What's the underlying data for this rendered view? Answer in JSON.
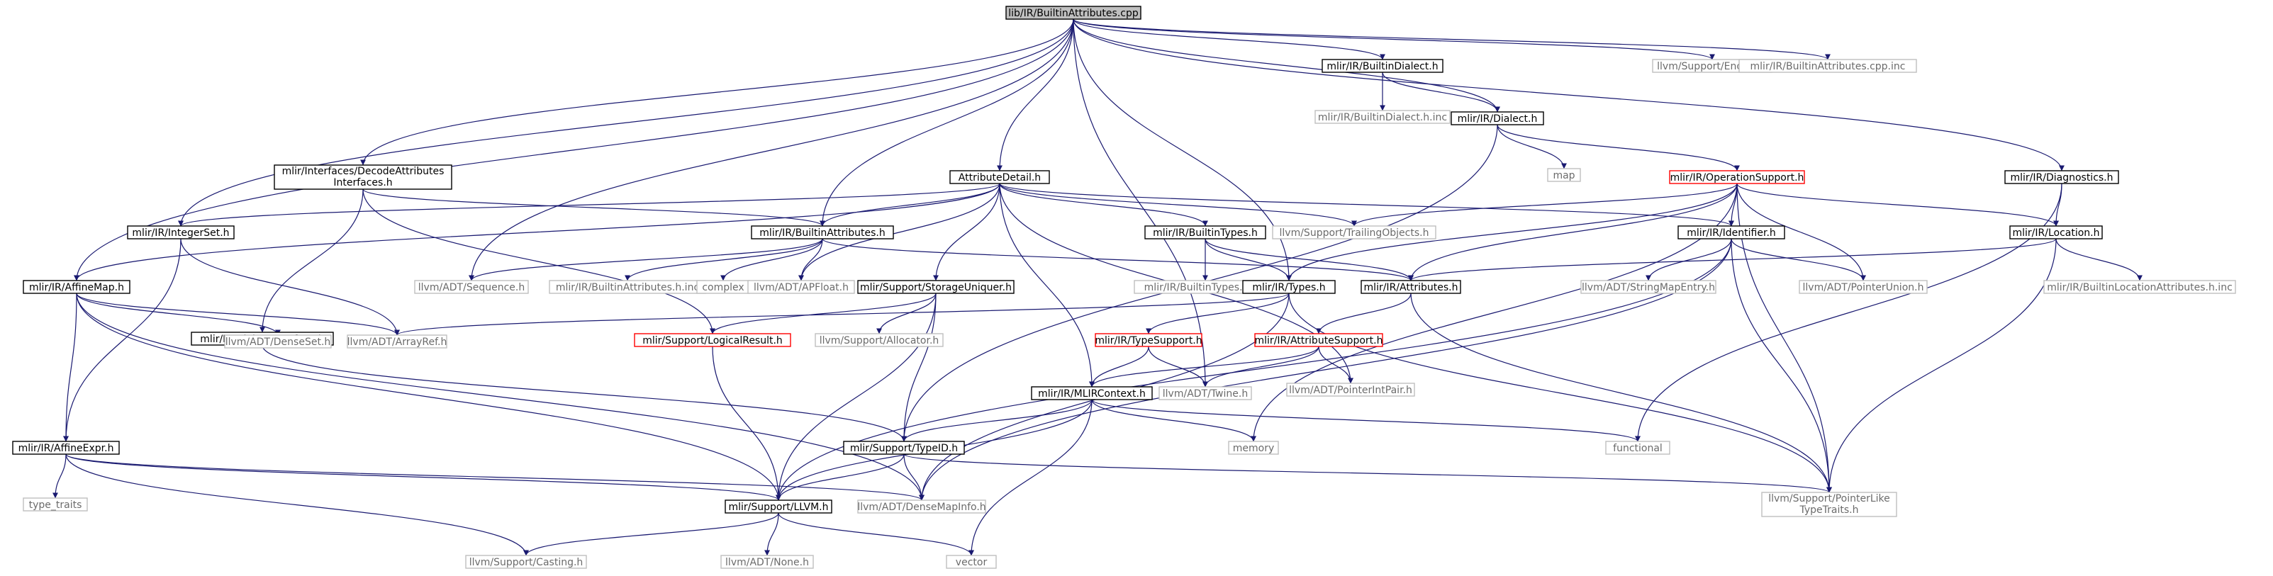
{
  "graph": {
    "nodes": [
      {
        "id": "root",
        "label": "lib/IR/BuiltinAttributes.cpp",
        "kind": "root"
      },
      {
        "id": "builtindialect",
        "label": "mlir/IR/BuiltinDialect.h",
        "kind": "documented"
      },
      {
        "id": "endian",
        "label": "llvm/Support/Endian.h",
        "kind": "external"
      },
      {
        "id": "attrcppinc",
        "label": "mlir/IR/BuiltinAttributes.cpp.inc",
        "kind": "external"
      },
      {
        "id": "builtindialectinc",
        "label": "mlir/IR/BuiltinDialect.h.inc",
        "kind": "external"
      },
      {
        "id": "dialect",
        "label": "mlir/IR/Dialect.h",
        "kind": "documented"
      },
      {
        "id": "map",
        "label": "map",
        "kind": "external"
      },
      {
        "id": "decode",
        "label": "mlir/Interfaces/DecodeAttributes",
        "label2": "Interfaces.h",
        "kind": "documented"
      },
      {
        "id": "attrdetail",
        "label": "AttributeDetail.h",
        "kind": "documented"
      },
      {
        "id": "opsupport",
        "label": "mlir/IR/OperationSupport.h",
        "kind": "truncated"
      },
      {
        "id": "diagnostics",
        "label": "mlir/IR/Diagnostics.h",
        "kind": "documented"
      },
      {
        "id": "integerset",
        "label": "mlir/IR/IntegerSet.h",
        "kind": "documented"
      },
      {
        "id": "builtinattrs",
        "label": "mlir/IR/BuiltinAttributes.h",
        "kind": "documented"
      },
      {
        "id": "builtintypes",
        "label": "mlir/IR/BuiltinTypes.h",
        "kind": "documented"
      },
      {
        "id": "trailing",
        "label": "llvm/Support/TrailingObjects.h",
        "kind": "external"
      },
      {
        "id": "identifier",
        "label": "mlir/IR/Identifier.h",
        "kind": "documented"
      },
      {
        "id": "location",
        "label": "mlir/IR/Location.h",
        "kind": "documented"
      },
      {
        "id": "affinemap",
        "label": "mlir/IR/AffineMap.h",
        "kind": "documented"
      },
      {
        "id": "sequence",
        "label": "llvm/ADT/Sequence.h",
        "kind": "external"
      },
      {
        "id": "attrsinc",
        "label": "mlir/IR/BuiltinAttributes.h.inc",
        "kind": "external"
      },
      {
        "id": "complex",
        "label": "complex",
        "kind": "external"
      },
      {
        "id": "apfloat",
        "label": "llvm/ADT/APFloat.h",
        "kind": "external"
      },
      {
        "id": "storageuniquer",
        "label": "mlir/Support/StorageUniquer.h",
        "kind": "documented"
      },
      {
        "id": "builtintypesinc",
        "label": "mlir/IR/BuiltinTypes.h.inc",
        "kind": "external"
      },
      {
        "id": "types",
        "label": "mlir/IR/Types.h",
        "kind": "documented"
      },
      {
        "id": "attributes",
        "label": "mlir/IR/Attributes.h",
        "kind": "documented"
      },
      {
        "id": "stringmapentry",
        "label": "llvm/ADT/StringMapEntry.h",
        "kind": "external"
      },
      {
        "id": "pointerunion",
        "label": "llvm/ADT/PointerUnion.h",
        "kind": "external"
      },
      {
        "id": "locattrsinc",
        "label": "mlir/IR/BuiltinLocationAttributes.h.inc",
        "kind": "external"
      },
      {
        "id": "dialectiface",
        "label": "mlir/IR/DialectInterface.h",
        "kind": "documented"
      },
      {
        "id": "denseset",
        "label": "llvm/ADT/DenseSet.h",
        "kind": "external"
      },
      {
        "id": "arrayref",
        "label": "llvm/ADT/ArrayRef.h",
        "kind": "external"
      },
      {
        "id": "logicalresult",
        "label": "mlir/Support/LogicalResult.h",
        "kind": "truncated"
      },
      {
        "id": "allocator",
        "label": "llvm/Support/Allocator.h",
        "kind": "external"
      },
      {
        "id": "typesupport",
        "label": "mlir/IR/TypeSupport.h",
        "kind": "truncated"
      },
      {
        "id": "attrsupport",
        "label": "mlir/IR/AttributeSupport.h",
        "kind": "truncated"
      },
      {
        "id": "twine",
        "label": "llvm/ADT/Twine.h",
        "kind": "external"
      },
      {
        "id": "pointerintpair",
        "label": "llvm/ADT/PointerIntPair.h",
        "kind": "external"
      },
      {
        "id": "mlircontext",
        "label": "mlir/IR/MLIRContext.h",
        "kind": "documented"
      },
      {
        "id": "memory",
        "label": "memory",
        "kind": "external"
      },
      {
        "id": "functional",
        "label": "functional",
        "kind": "external"
      },
      {
        "id": "affineexpr",
        "label": "mlir/IR/AffineExpr.h",
        "kind": "documented"
      },
      {
        "id": "typeid",
        "label": "mlir/Support/TypeID.h",
        "kind": "documented"
      },
      {
        "id": "typetraits",
        "label": "type_traits",
        "kind": "external"
      },
      {
        "id": "llvmh",
        "label": "mlir/Support/LLVM.h",
        "kind": "documented"
      },
      {
        "id": "densemapinfo",
        "label": "llvm/ADT/DenseMapInfo.h",
        "kind": "external"
      },
      {
        "id": "pointerlike",
        "label": "llvm/Support/PointerLike",
        "label2": "TypeTraits.h",
        "kind": "external"
      },
      {
        "id": "nonez",
        "label": "llvm/ADT/None.h",
        "kind": "external"
      },
      {
        "id": "casting",
        "label": "llvm/Support/Casting.h",
        "kind": "external"
      },
      {
        "id": "vector",
        "label": "vector",
        "kind": "external"
      }
    ],
    "edges": [
      [
        "root",
        "builtindialect"
      ],
      [
        "root",
        "endian"
      ],
      [
        "root",
        "attrcppinc"
      ],
      [
        "root",
        "dialect"
      ],
      [
        "root",
        "decode"
      ],
      [
        "root",
        "attrdetail"
      ],
      [
        "root",
        "diagnostics"
      ],
      [
        "root",
        "integerset"
      ],
      [
        "root",
        "builtinattrs"
      ],
      [
        "root",
        "affinemap"
      ],
      [
        "root",
        "sequence"
      ],
      [
        "root",
        "types"
      ],
      [
        "root",
        "twine"
      ],
      [
        "builtindialect",
        "builtindialectinc"
      ],
      [
        "builtindialect",
        "dialect"
      ],
      [
        "dialect",
        "map"
      ],
      [
        "dialect",
        "opsupport"
      ],
      [
        "dialect",
        "typeid"
      ],
      [
        "decode",
        "builtinattrs"
      ],
      [
        "decode",
        "dialectiface"
      ],
      [
        "decode",
        "logicalresult"
      ],
      [
        "attrdetail",
        "integerset"
      ],
      [
        "attrdetail",
        "builtinattrs"
      ],
      [
        "attrdetail",
        "affinemap"
      ],
      [
        "attrdetail",
        "apfloat"
      ],
      [
        "attrdetail",
        "storageuniquer"
      ],
      [
        "attrdetail",
        "builtintypes"
      ],
      [
        "attrdetail",
        "trailing"
      ],
      [
        "attrdetail",
        "identifier"
      ],
      [
        "attrdetail",
        "mlircontext"
      ],
      [
        "attrdetail",
        "pointerintpair"
      ],
      [
        "opsupport",
        "trailing"
      ],
      [
        "opsupport",
        "identifier"
      ],
      [
        "opsupport",
        "location"
      ],
      [
        "opsupport",
        "types"
      ],
      [
        "opsupport",
        "attributes"
      ],
      [
        "opsupport",
        "pointerunion"
      ],
      [
        "opsupport",
        "memory"
      ],
      [
        "opsupport",
        "pointerlike"
      ],
      [
        "diagnostics",
        "location"
      ],
      [
        "diagnostics",
        "functional"
      ],
      [
        "integerset",
        "affineexpr"
      ],
      [
        "integerset",
        "arrayref"
      ],
      [
        "builtinattrs",
        "sequence"
      ],
      [
        "builtinattrs",
        "attrsinc"
      ],
      [
        "builtinattrs",
        "complex"
      ],
      [
        "builtinattrs",
        "apfloat"
      ],
      [
        "builtinattrs",
        "attributes"
      ],
      [
        "builtintypes",
        "builtintypesinc"
      ],
      [
        "builtintypes",
        "types"
      ],
      [
        "builtintypes",
        "attributes"
      ],
      [
        "identifier",
        "stringmapentry"
      ],
      [
        "identifier",
        "pointerunion"
      ],
      [
        "identifier",
        "llvmh"
      ],
      [
        "identifier",
        "pointerlike"
      ],
      [
        "identifier",
        "densemapinfo"
      ],
      [
        "location",
        "attributes"
      ],
      [
        "location",
        "locattrsinc"
      ],
      [
        "location",
        "pointerlike"
      ],
      [
        "affinemap",
        "affineexpr"
      ],
      [
        "affinemap",
        "denseset"
      ],
      [
        "affinemap",
        "arrayref"
      ],
      [
        "affinemap",
        "densemapinfo"
      ],
      [
        "affinemap",
        "llvmh"
      ],
      [
        "storageuniquer",
        "logicalresult"
      ],
      [
        "storageuniquer",
        "allocator"
      ],
      [
        "storageuniquer",
        "typeid"
      ],
      [
        "storageuniquer",
        "llvmh"
      ],
      [
        "types",
        "typesupport"
      ],
      [
        "types",
        "arrayref"
      ],
      [
        "types",
        "densemapinfo"
      ],
      [
        "types",
        "pointerlike"
      ],
      [
        "attributes",
        "attrsupport"
      ],
      [
        "attributes",
        "pointerlike"
      ],
      [
        "dialectiface",
        "denseset"
      ],
      [
        "dialectiface",
        "typeid"
      ],
      [
        "logicalresult",
        "llvmh"
      ],
      [
        "typesupport",
        "mlircontext"
      ],
      [
        "typesupport",
        "twine"
      ],
      [
        "attrsupport",
        "mlircontext"
      ],
      [
        "attrsupport",
        "twine"
      ],
      [
        "attrsupport",
        "pointerintpair"
      ],
      [
        "mlircontext",
        "typeid"
      ],
      [
        "mlircontext",
        "llvmh"
      ],
      [
        "mlircontext",
        "memory"
      ],
      [
        "mlircontext",
        "functional"
      ],
      [
        "mlircontext",
        "vector"
      ],
      [
        "affineexpr",
        "typetraits"
      ],
      [
        "affineexpr",
        "llvmh"
      ],
      [
        "affineexpr",
        "densemapinfo"
      ],
      [
        "affineexpr",
        "casting"
      ],
      [
        "typeid",
        "llvmh"
      ],
      [
        "typeid",
        "densemapinfo"
      ],
      [
        "typeid",
        "pointerlike"
      ],
      [
        "llvmh",
        "nonez"
      ],
      [
        "llvmh",
        "casting"
      ],
      [
        "llvmh",
        "vector"
      ]
    ]
  },
  "colors": {
    "edge": "#191970",
    "root_fill": "#bfbfbf",
    "documented_border": "#000000",
    "truncated_border": "#ff0000",
    "external_border": "#bfbfbf",
    "external_text": "#6b6b6b",
    "text": "#000000"
  }
}
